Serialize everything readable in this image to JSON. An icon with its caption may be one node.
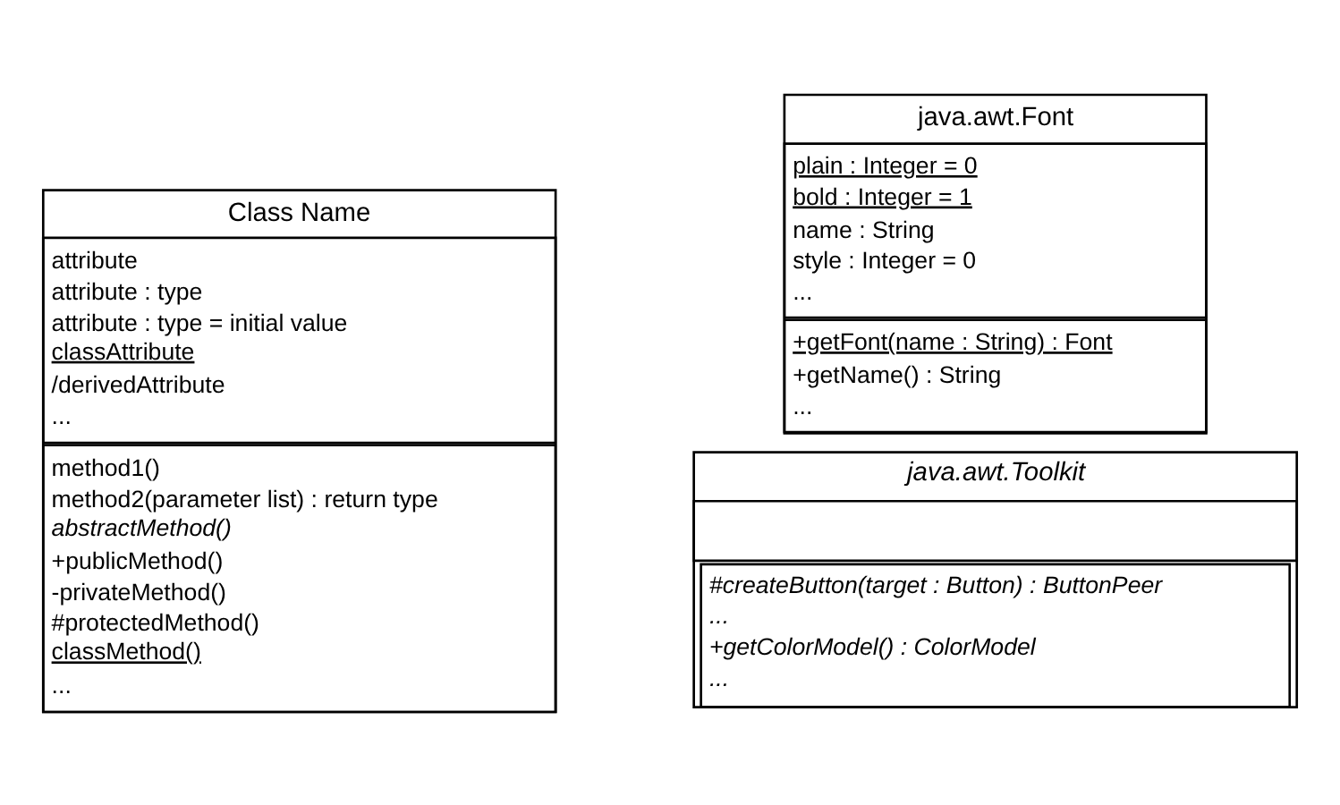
{
  "diagram": {
    "nodes": [
      {
        "text": [
          "Class Name"
        ]
      },
      {
        "text": [
          "attribute",
          "attribute : type",
          "attribute : type = initial value",
          "classAttribute",
          "/derivedAttribute",
          "..."
        ],
        "in": 0
      },
      {
        "text": [
          "method1()",
          "method2(parameter list) : return type",
          "abstractMethod()",
          "+publicMethod()",
          "-privateMethod()",
          "#protectedMethod()",
          "classMethod()",
          "..."
        ],
        "in": 0
      },
      {
        "text": [
          "java.awt.Font"
        ]
      },
      {
        "text": [
          "plain : Integer = 0",
          "bold : Integer = 1",
          "name : String",
          "style : Integer = 0",
          "..."
        ],
        "in": 3
      },
      {
        "text": [
          "+getFont(name : String) : Font",
          "+getName() : String",
          "..."
        ],
        "in": 3
      },
      {
        "text": [
          "java.awt.Toolkit"
        ]
      },
      {
        "text": [],
        "shape": "box",
        "in": 6
      },
      {
        "text": [
          "#createButton(target : Button) : ButtonPeer",
          "...",
          "+getColorModel() : ColorModel",
          "..."
        ],
        "in": 6
      }
    ],
    "edges": []
  }
}
